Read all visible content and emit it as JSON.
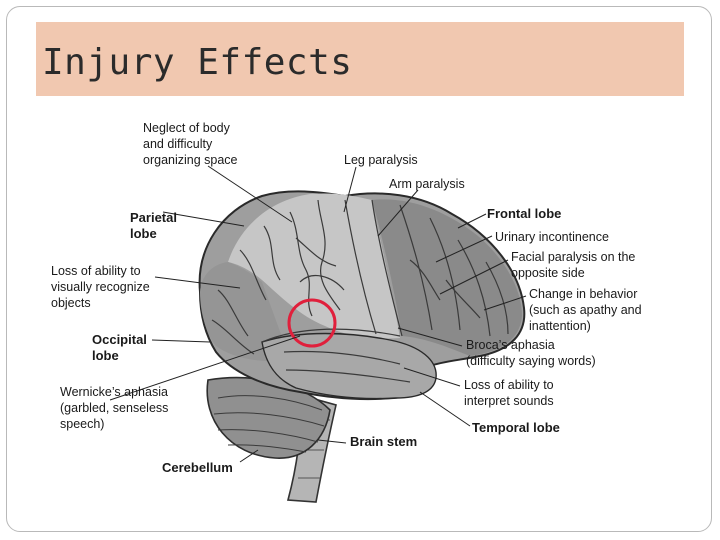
{
  "slide": {
    "title": "Injury Effects"
  },
  "diagram": {
    "labels": {
      "neglect_1": "Neglect of body",
      "neglect_2": "and difficulty",
      "neglect_3": "organizing space",
      "parietal_1": "Parietal",
      "parietal_2": "lobe",
      "visual_1": "Loss of ability to",
      "visual_2": "visually recognize",
      "visual_3": "objects",
      "occipital_1": "Occipital",
      "occipital_2": "lobe",
      "wernicke_1": "Wernicke’s aphasia",
      "wernicke_2": "(garbled, senseless",
      "wernicke_3": "speech)",
      "cerebellum": "Cerebellum",
      "leg": "Leg paralysis",
      "arm": "Arm paralysis",
      "frontal": "Frontal lobe",
      "urinary": "Urinary incontinence",
      "facial_1": "Facial paralysis on the",
      "facial_2": "opposite side",
      "behavior_1": "Change in behavior",
      "behavior_2": "(such as apathy and",
      "behavior_3": "inattention)",
      "broca_1": "Broca’s aphasia",
      "broca_2": "(difficulty saying words)",
      "sounds_1": "Loss of ability to",
      "sounds_2": "interpret sounds",
      "brainstem": "Brain stem",
      "temporal": "Temporal lobe"
    },
    "colors": {
      "frontal_shade": "#8c8c8c",
      "parietal_shade": "#c4c4c4",
      "occipital_shade": "#9a9a9a",
      "temporal_shade": "#a7a7a7",
      "highlight_circle": "#e0203c"
    }
  }
}
